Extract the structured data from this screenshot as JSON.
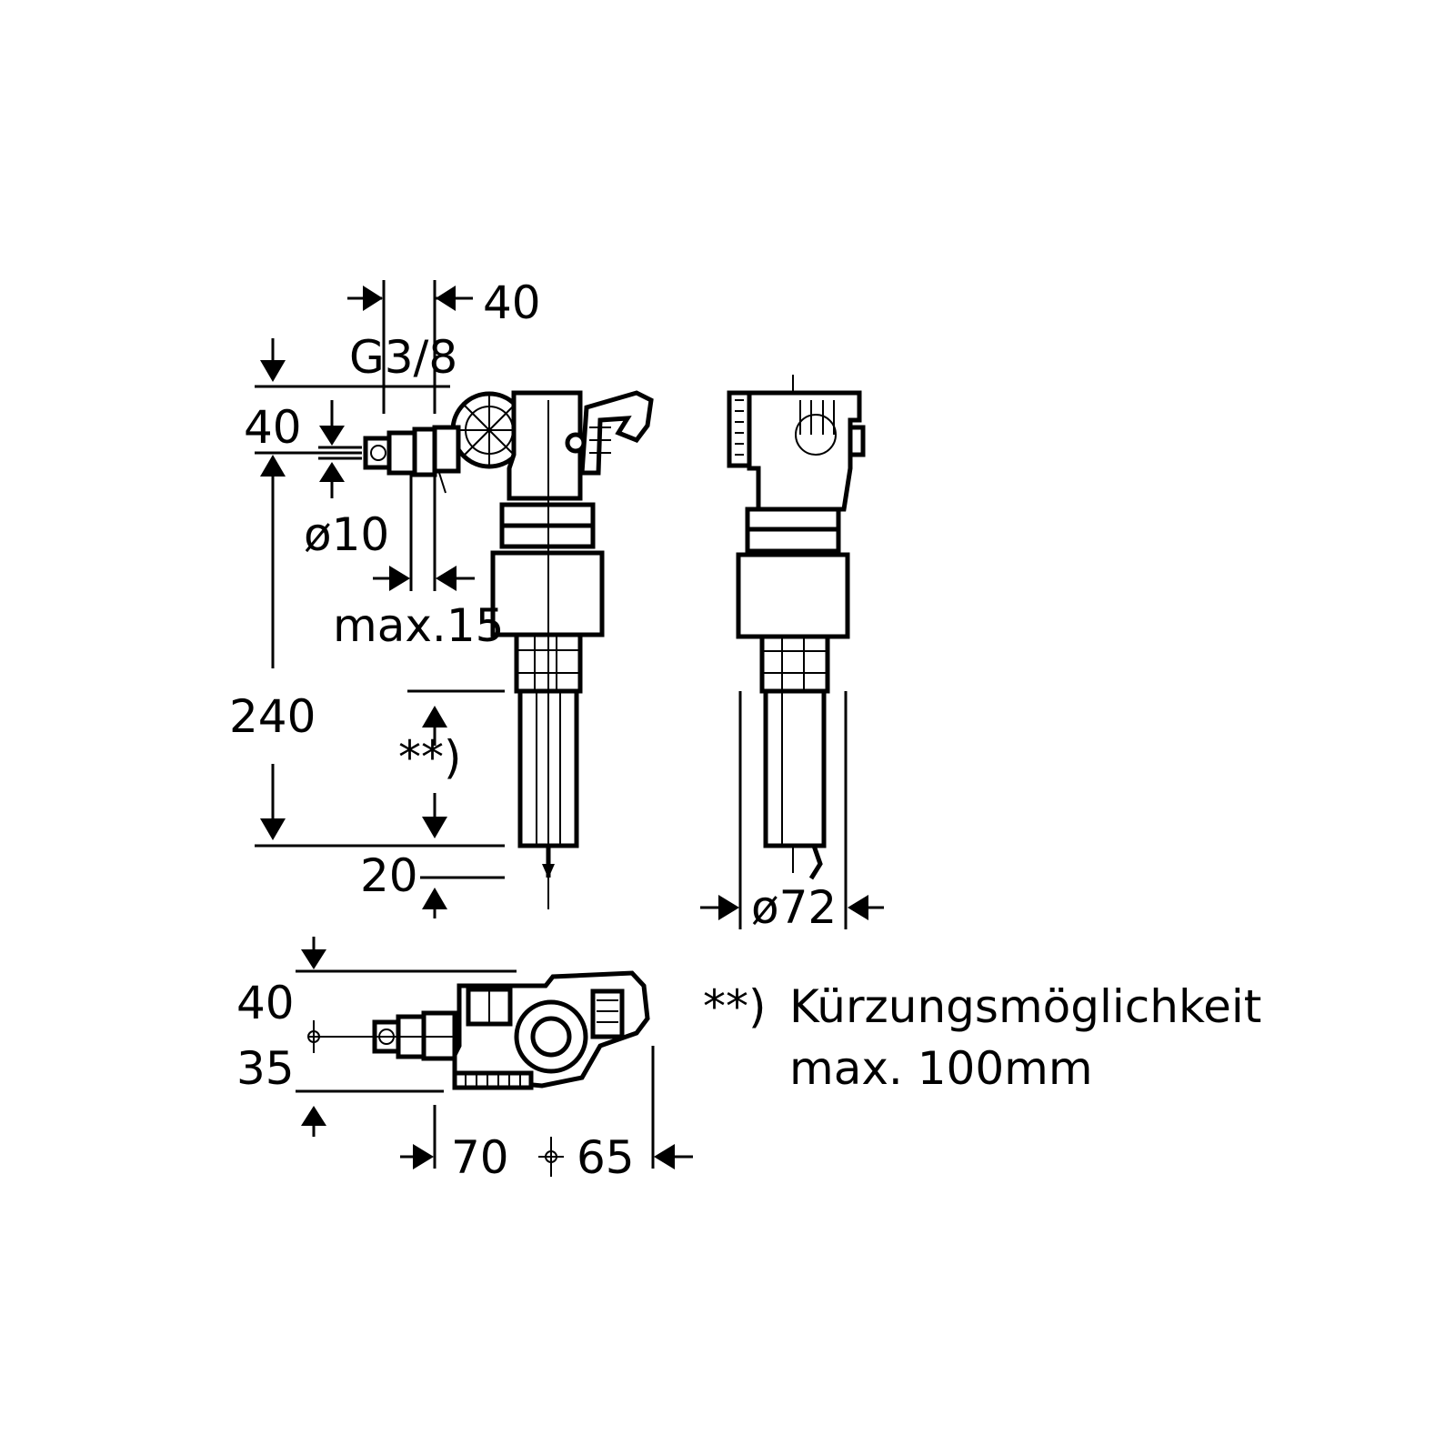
{
  "dimensions": {
    "side_top_offset": "40",
    "thread": "G3/8",
    "side_inlet_height": "40",
    "inlet_diameter": "ø10",
    "max_thread_length": "max.15",
    "total_height": "240",
    "shortening_marker": "**)",
    "bottom_offset": "20",
    "tube_diameter": "ø72",
    "plan_depth": "40",
    "plan_axis": "35",
    "plan_width_left": "70",
    "plan_width_right": "65"
  },
  "footnote": {
    "marker": "**)",
    "line1": "Kürzungsmöglichkeit",
    "line2": "max. 100mm"
  },
  "colors": {
    "line": "#000000",
    "background": "#ffffff"
  }
}
